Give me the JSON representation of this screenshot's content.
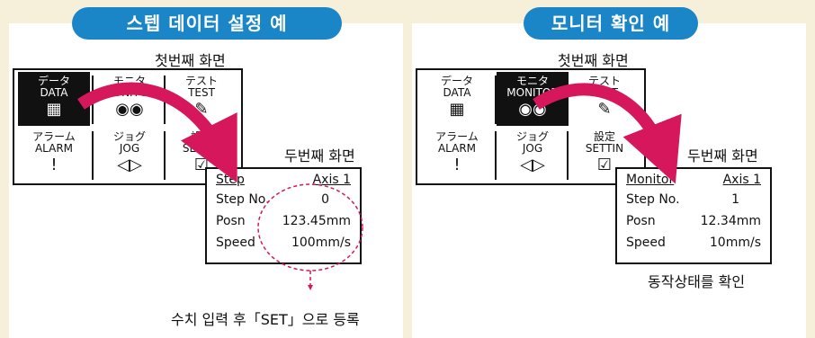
{
  "left": {
    "title": "스텝 데이터 설정 예",
    "first_screen_label": "첫번째 화면",
    "second_screen_label": "두번째 화면",
    "buttons": [
      {
        "jp": "データ",
        "en": "DATA",
        "icon": "calculator-icon"
      },
      {
        "jp": "モニタ",
        "en": "MONITOR",
        "icon": "eyes-icon"
      },
      {
        "jp": "テスト",
        "en": "TEST",
        "icon": "edit-icon"
      },
      {
        "jp": "アラーム",
        "en": "ALARM",
        "icon": "alert-icon"
      },
      {
        "jp": "ジョグ",
        "en": "JOG",
        "icon": "jog-arrows-icon"
      },
      {
        "jp": "設定",
        "en": "SETTIN",
        "icon": "checklist-icon"
      }
    ],
    "display": {
      "header_left": "Step",
      "header_right": "Axis 1",
      "rows": [
        {
          "key": "Step No.",
          "value": "0"
        },
        {
          "key": "Posn",
          "value": "123.45mm"
        },
        {
          "key": "Speed",
          "value": "100mm/s"
        }
      ]
    },
    "caption": "수치 입력 후「SET」으로 등록"
  },
  "right": {
    "title": "모니터 확인 예",
    "first_screen_label": "첫번째 화면",
    "second_screen_label": "두번째 화면",
    "buttons": [
      {
        "jp": "データ",
        "en": "DATA",
        "icon": "calculator-icon"
      },
      {
        "jp": "モニタ",
        "en": "MONITOR",
        "icon": "eyes-icon"
      },
      {
        "jp": "テスト",
        "en": "TEST",
        "icon": "edit-icon"
      },
      {
        "jp": "アラーム",
        "en": "ALARM",
        "icon": "alert-icon"
      },
      {
        "jp": "ジョグ",
        "en": "JOG",
        "icon": "jog-arrows-icon"
      },
      {
        "jp": "設定",
        "en": "SETTIN",
        "icon": "checklist-icon"
      }
    ],
    "display": {
      "header_left": "Monitor",
      "header_right": "Axis 1",
      "rows": [
        {
          "key": "Step No.",
          "value": "1"
        },
        {
          "key": "Posn",
          "value": "12.34mm"
        },
        {
          "key": "Speed",
          "value": "10mm/s"
        }
      ]
    },
    "caption": "동작상태를 확인"
  },
  "colors": {
    "title_bg": "#1a86c8",
    "arrow": "#d6175b",
    "page_bg": "#f6efd9"
  }
}
